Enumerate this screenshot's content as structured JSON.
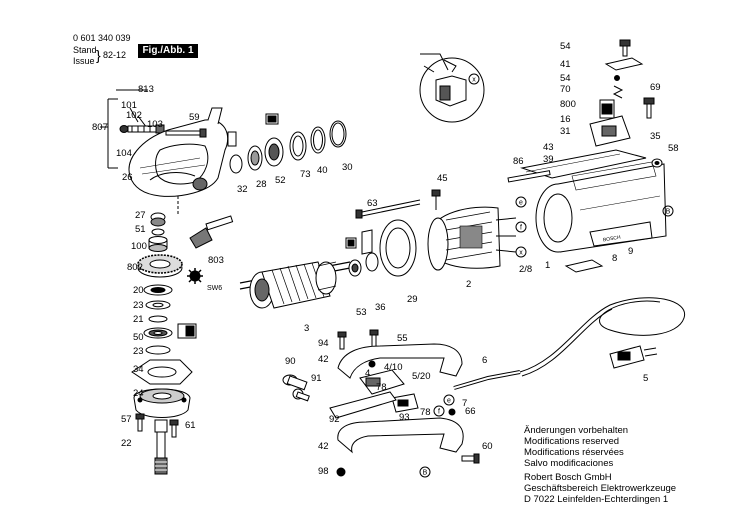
{
  "header": {
    "part_number": "0 601 340 039",
    "stand_label": "Stand",
    "issue_label": "Issue",
    "date": "82-12",
    "figure_label": "Fig./Abb. 1"
  },
  "callouts": [
    {
      "id": "c813",
      "text": "813"
    },
    {
      "id": "c101",
      "text": "101"
    },
    {
      "id": "c102",
      "text": "102"
    },
    {
      "id": "c103",
      "text": "103"
    },
    {
      "id": "c807",
      "text": "807"
    },
    {
      "id": "c104",
      "text": "104"
    },
    {
      "id": "c26",
      "text": "26"
    },
    {
      "id": "c59",
      "text": "59"
    },
    {
      "id": "c27",
      "text": "27"
    },
    {
      "id": "c51",
      "text": "51"
    },
    {
      "id": "c100",
      "text": "100"
    },
    {
      "id": "c802",
      "text": "802"
    },
    {
      "id": "c803",
      "text": "803"
    },
    {
      "id": "c20",
      "text": "20"
    },
    {
      "id": "c23a",
      "text": "23"
    },
    {
      "id": "c21",
      "text": "21"
    },
    {
      "id": "c50",
      "text": "50"
    },
    {
      "id": "c23b",
      "text": "23"
    },
    {
      "id": "c34",
      "text": "34"
    },
    {
      "id": "c24",
      "text": "24"
    },
    {
      "id": "c57",
      "text": "57"
    },
    {
      "id": "c61",
      "text": "61"
    },
    {
      "id": "c22",
      "text": "22"
    },
    {
      "id": "c32",
      "text": "32"
    },
    {
      "id": "c28",
      "text": "28"
    },
    {
      "id": "c52",
      "text": "52"
    },
    {
      "id": "c73",
      "text": "73"
    },
    {
      "id": "c40",
      "text": "40"
    },
    {
      "id": "c30",
      "text": "30"
    },
    {
      "id": "c63",
      "text": "63"
    },
    {
      "id": "c45",
      "text": "45"
    },
    {
      "id": "c53",
      "text": "53"
    },
    {
      "id": "c36",
      "text": "36"
    },
    {
      "id": "c29",
      "text": "29"
    },
    {
      "id": "c3",
      "text": "3"
    },
    {
      "id": "c2",
      "text": "2"
    },
    {
      "id": "c2_8",
      "text": "2/8"
    },
    {
      "id": "c1",
      "text": "1"
    },
    {
      "id": "c8",
      "text": "8"
    },
    {
      "id": "c9",
      "text": "9"
    },
    {
      "id": "c86",
      "text": "86"
    },
    {
      "id": "c43",
      "text": "43"
    },
    {
      "id": "c39",
      "text": "39"
    },
    {
      "id": "c58",
      "text": "58"
    },
    {
      "id": "c54a",
      "text": "54"
    },
    {
      "id": "c41",
      "text": "41"
    },
    {
      "id": "c54b",
      "text": "54"
    },
    {
      "id": "c70",
      "text": "70"
    },
    {
      "id": "c69",
      "text": "69"
    },
    {
      "id": "c800",
      "text": "800"
    },
    {
      "id": "c16",
      "text": "16"
    },
    {
      "id": "c31",
      "text": "31"
    },
    {
      "id": "c35",
      "text": "35"
    },
    {
      "id": "c94",
      "text": "94"
    },
    {
      "id": "c55",
      "text": "55"
    },
    {
      "id": "c42a",
      "text": "42"
    },
    {
      "id": "c4_10",
      "text": "4/10"
    },
    {
      "id": "c5_20",
      "text": "5/20"
    },
    {
      "id": "c90",
      "text": "90"
    },
    {
      "id": "c91",
      "text": "91"
    },
    {
      "id": "c78a",
      "text": "78"
    },
    {
      "id": "c78b",
      "text": "78"
    },
    {
      "id": "c93",
      "text": "93"
    },
    {
      "id": "c92",
      "text": "92"
    },
    {
      "id": "c7",
      "text": "7"
    },
    {
      "id": "c66",
      "text": "66"
    },
    {
      "id": "c6",
      "text": "6"
    },
    {
      "id": "c5",
      "text": "5"
    },
    {
      "id": "c42b",
      "text": "42"
    },
    {
      "id": "c60",
      "text": "60"
    },
    {
      "id": "c98",
      "text": "98"
    },
    {
      "id": "c4",
      "text": "4"
    },
    {
      "id": "csw6",
      "text": "SW6"
    }
  ],
  "markers": {
    "e": "e",
    "f": "f",
    "x": "x",
    "B": "B"
  },
  "label_bosch": "BOSCH",
  "notice": {
    "de": "Änderungen vorbehalten",
    "en": "Modifications reserved",
    "fr": "Modifications réservées",
    "es": "Salvo modificaciones"
  },
  "company": {
    "name": "Robert Bosch GmbH",
    "division": "Geschäftsbereich Elektrowerkzeuge",
    "address": "D 7022 Leinfelden-Echterdingen 1"
  }
}
